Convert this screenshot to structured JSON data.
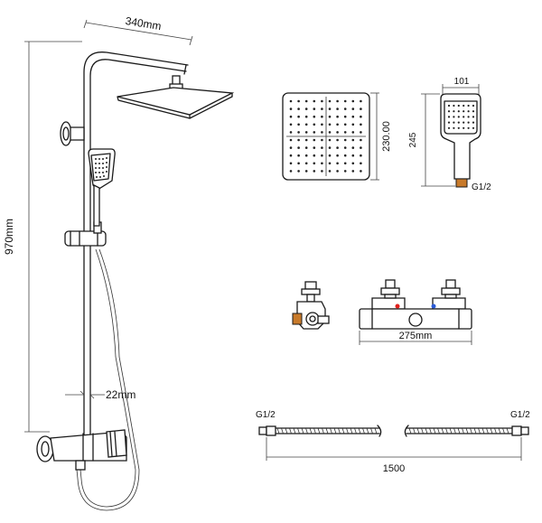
{
  "labels": {
    "arm_width": "340mm",
    "total_height": "970mm",
    "rail_diameter": "22mm",
    "head_height": "230.00",
    "hand_width": "101",
    "hand_length": "245",
    "hand_thread": "G1/2",
    "valve_width": "275mm",
    "hose_thread_left": "G1/2",
    "hose_thread_right": "G1/2",
    "hose_length": "1500"
  },
  "colors": {
    "hot_marker": "#e0201c",
    "cold_marker": "#2a5bd7",
    "brass_fitting": "#c87a2a"
  }
}
